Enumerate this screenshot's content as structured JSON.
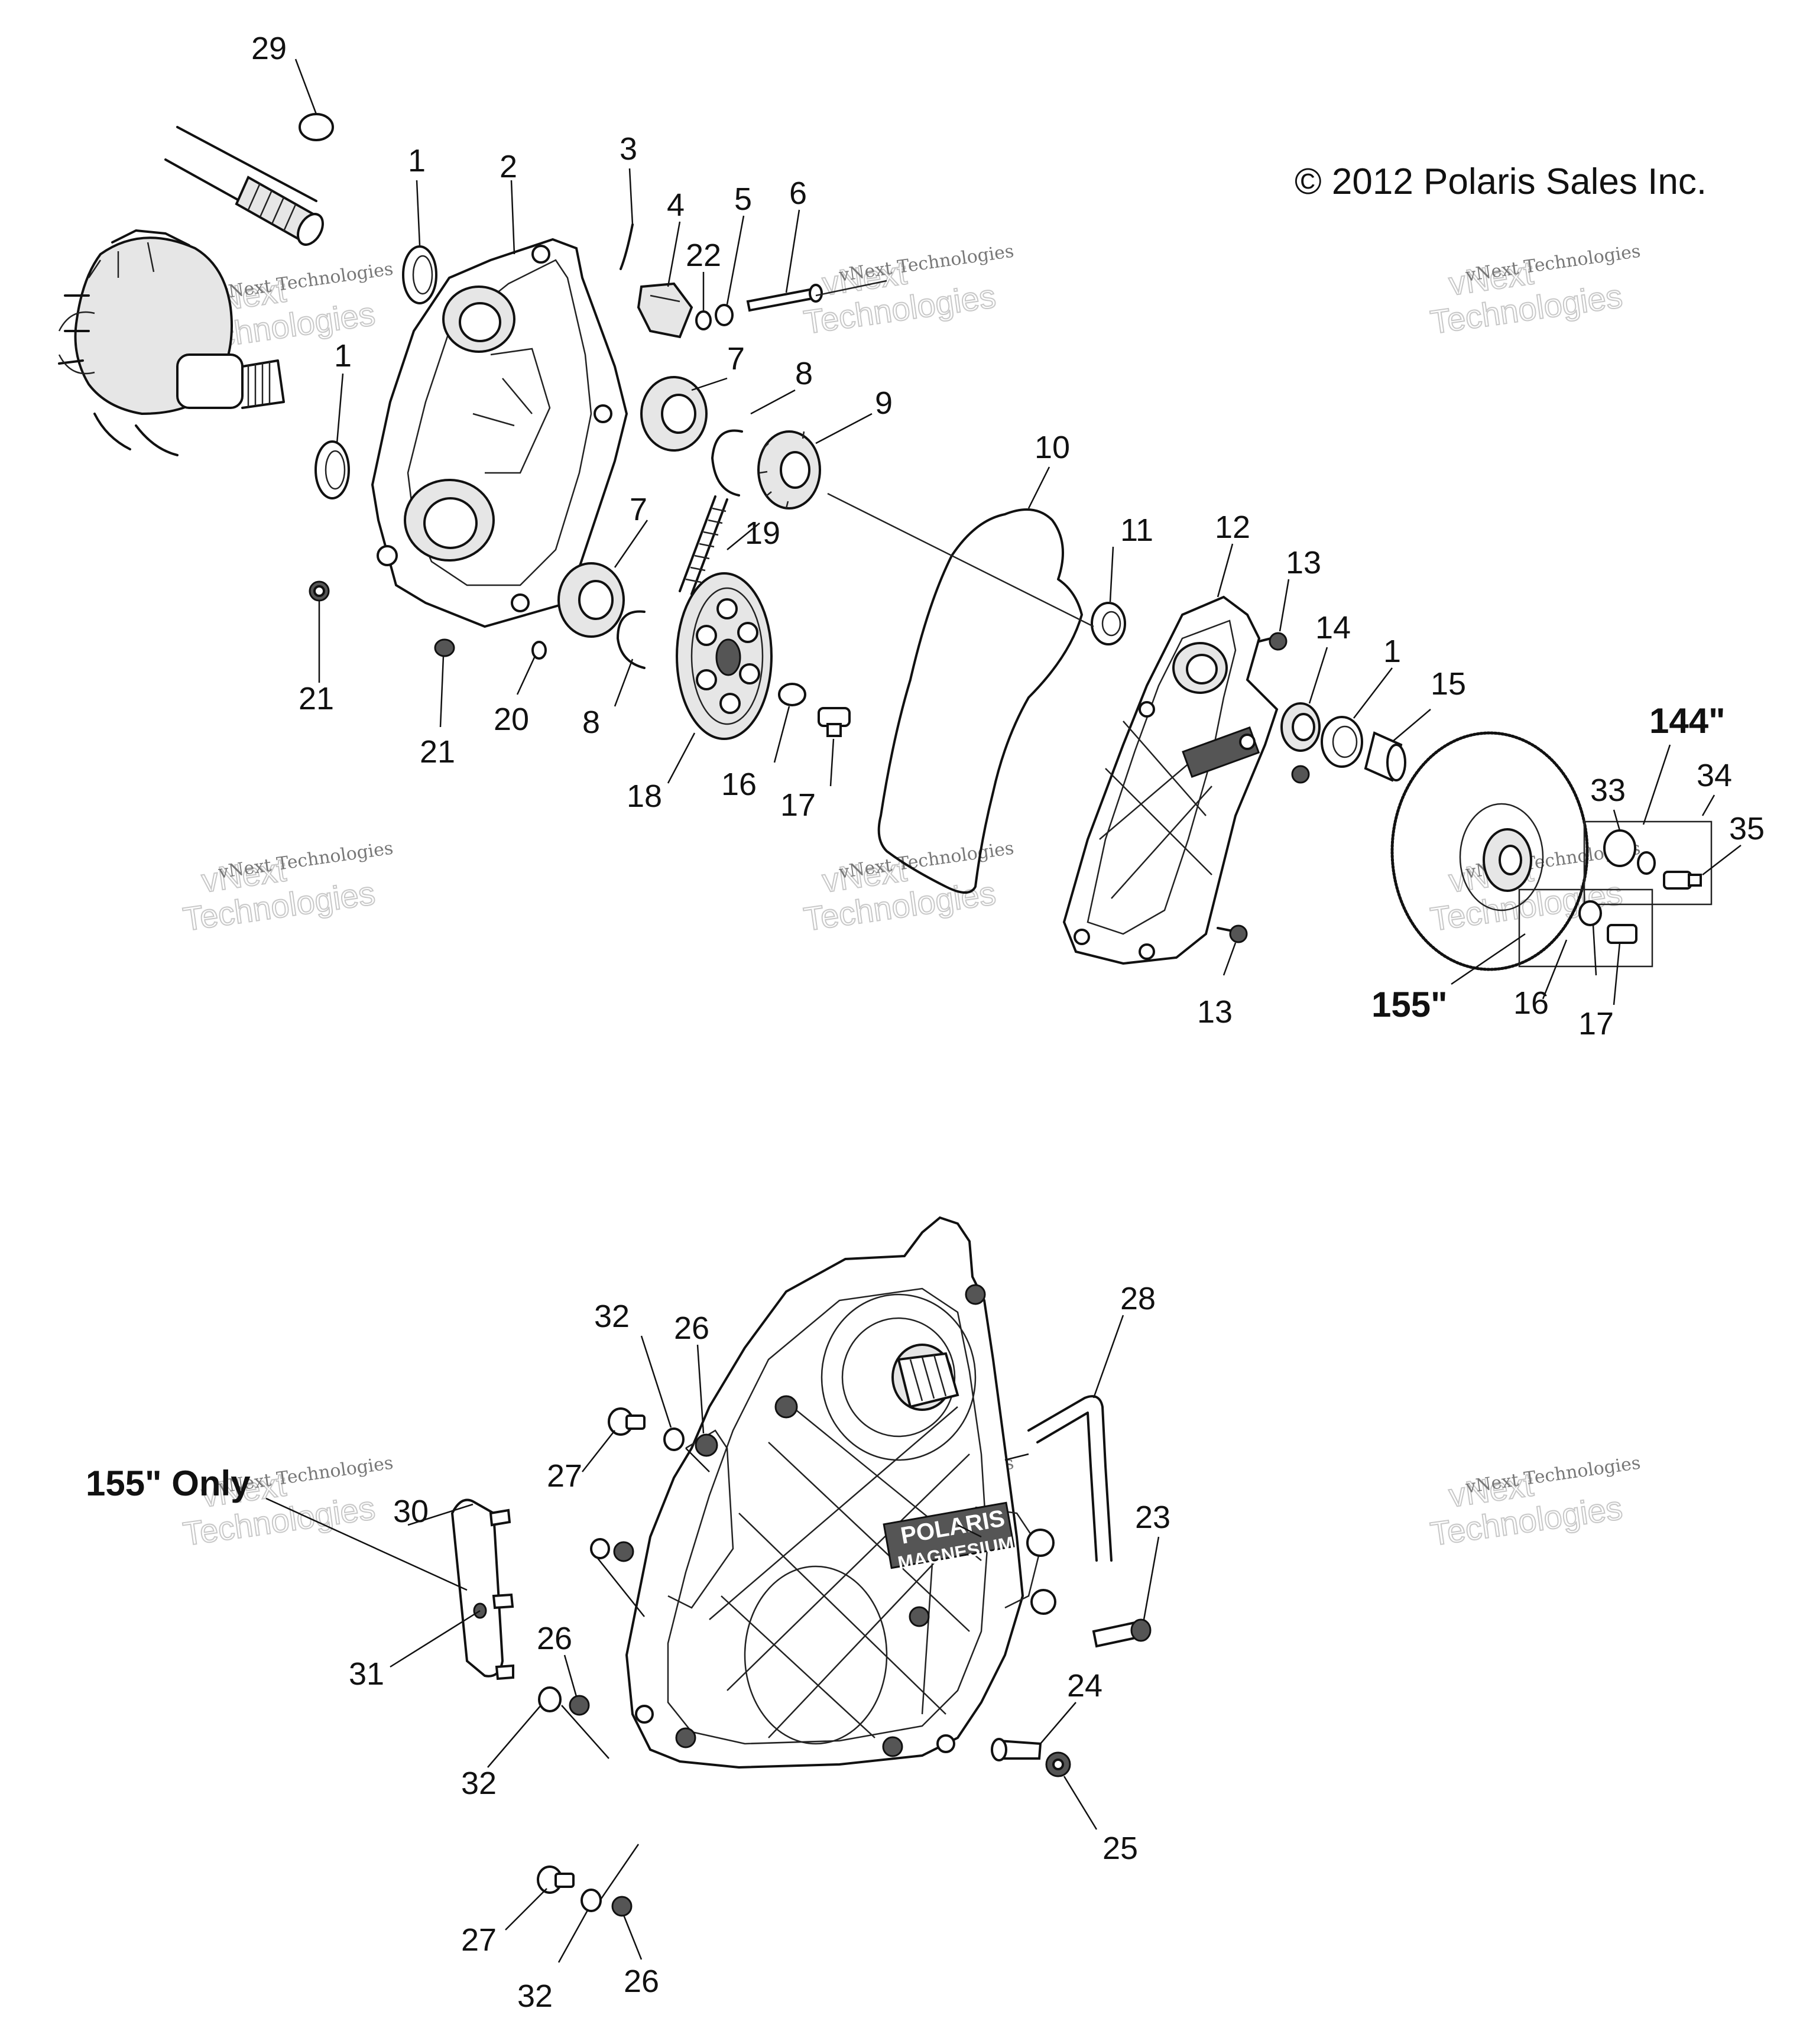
{
  "copyright": "© 2012 Polaris Sales Inc.",
  "watermark": {
    "line1": "vNext Technologies",
    "line2": "vNext",
    "line3": "Technologies"
  },
  "labels": {
    "only155": "155\" Only",
    "v144": "144\"",
    "v155": "155\""
  },
  "case_brand": {
    "line1": "POLARIS",
    "line2": "MAGNESIUM"
  },
  "callouts": [
    "29",
    "1",
    "2",
    "3",
    "4",
    "22",
    "5",
    "6",
    "1",
    "7",
    "8",
    "9",
    "19",
    "7",
    "21",
    "21",
    "20",
    "8",
    "18",
    "16",
    "17",
    "10",
    "11",
    "12",
    "13",
    "14",
    "1",
    "15",
    "13",
    "33",
    "34",
    "35",
    "16",
    "17",
    "32",
    "26",
    "28",
    "27",
    "30",
    "31",
    "26",
    "23",
    "32",
    "24",
    "25",
    "27",
    "32",
    "26"
  ]
}
